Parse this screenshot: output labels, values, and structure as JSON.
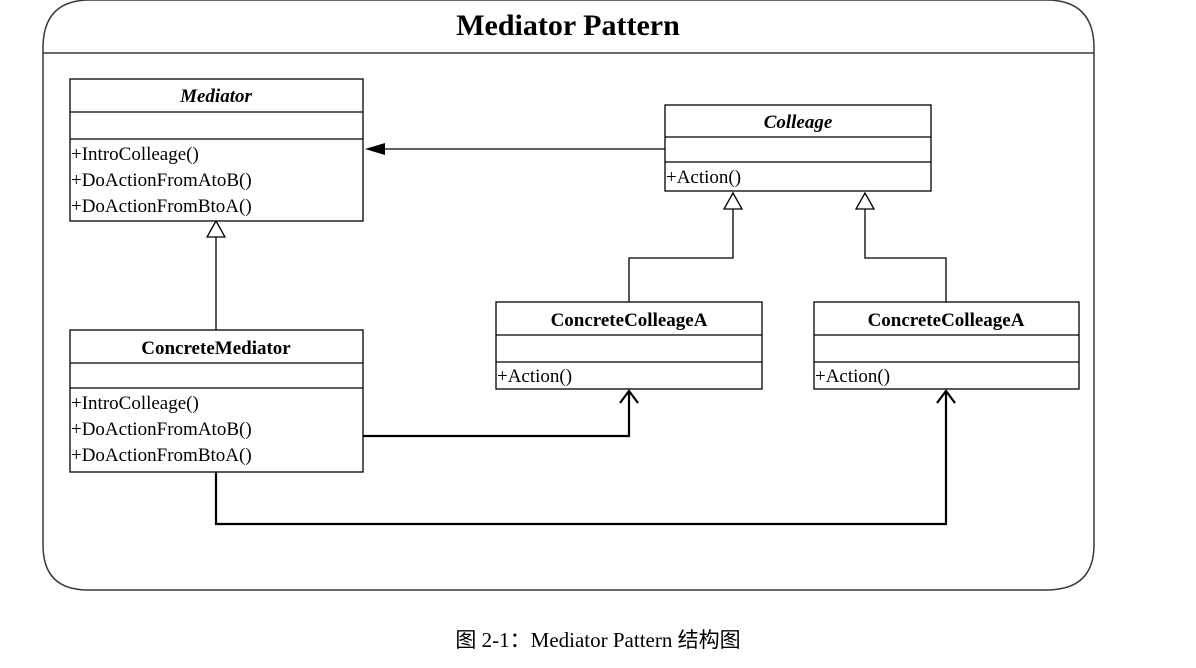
{
  "frame": {
    "title": "Mediator Pattern"
  },
  "classes": {
    "mediator": {
      "name": "Mediator",
      "methods": [
        "+IntroColleage()",
        "+DoActionFromAtoB()",
        "+DoActionFromBtoA()"
      ]
    },
    "colleage": {
      "name": "Colleage",
      "methods": [
        "+Action()"
      ]
    },
    "concrete_mediator": {
      "name": "ConcreteMediator",
      "methods": [
        "+IntroColleage()",
        "+DoActionFromAtoB()",
        "+DoActionFromBtoA()"
      ]
    },
    "concrete_colleage_1": {
      "name": "ConcreteColleageA",
      "methods": [
        "+Action()"
      ]
    },
    "concrete_colleage_2": {
      "name": "ConcreteColleageA",
      "methods": [
        "+Action()"
      ]
    }
  },
  "caption": {
    "prefix": "图 2-1：",
    "name": "Mediator Pattern",
    "suffix": " 结构图"
  }
}
